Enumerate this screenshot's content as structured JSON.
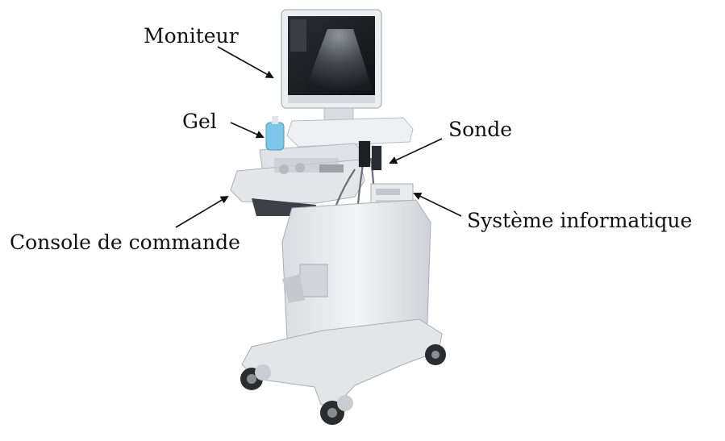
{
  "labels": {
    "moniteur": "Moniteur",
    "gel": "Gel",
    "sonde": "Sonde",
    "systeme": "Système informatique",
    "console": "Console de commande"
  },
  "colors": {
    "text": "#111111",
    "arrow": "#111111",
    "device_body": "#e9ebee",
    "device_shadow": "#c9ccd1",
    "screen": "#1b1d22",
    "gel_bottle": "#7ec6e6"
  }
}
